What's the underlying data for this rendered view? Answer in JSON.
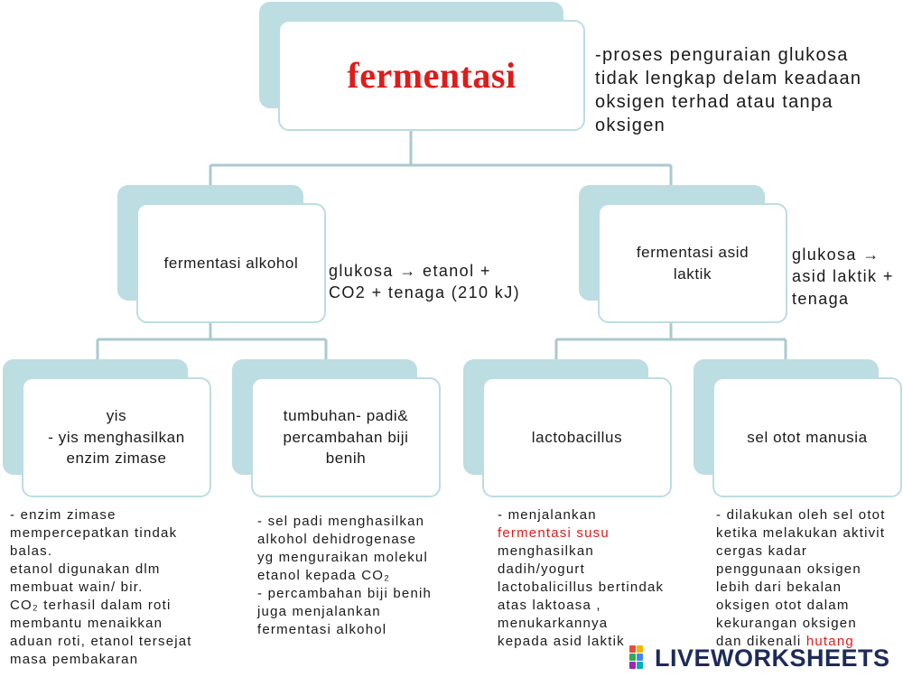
{
  "title": "fermentasi",
  "definition": "-proses penguraian glukosa tidak lengkap delam keadaan oksigen terhad atau tanpa oksigen",
  "branches": {
    "alcohol": {
      "label": "fermentasi alkohol",
      "equation": "glukosa → etanol + CO2 + tenaga (210 kJ)"
    },
    "lactic": {
      "label": "fermentasi asid laktik",
      "equation": "glukosa → asid laktik + tenaga"
    }
  },
  "leaves": {
    "yis": {
      "label_line1": "yis",
      "label_line2": "- yis menghasilkan enzim zimase",
      "details": [
        "- enzim zimase",
        "mempercepatkan tindak",
        "balas.",
        "etanol digunakan dlm",
        "membuat wain/ bir.",
        "CO₂ terhasil dalam roti",
        "membantu menaikkan",
        "aduan roti, etanol tersejat",
        "masa pembakaran"
      ]
    },
    "tumbuhan": {
      "label": "tumbuhan- padi& percambahan biji benih",
      "details": [
        "- sel padi menghasilkan",
        "alkohol dehidrogenase",
        "yg menguraikan molekul",
        "etanol kepada CO₂",
        "- percambahan biji benih",
        "juga  menjalankan",
        "fermentasi alkohol"
      ]
    },
    "lactobacillus": {
      "label": "lactobacillus",
      "details_line1": "- menjalankan",
      "details_red": "fermentasi susu",
      "details": [
        "menghasilkan",
        "dadih/yogurt",
        "lactobalicillus bertindak",
        "atas laktoasa ,",
        "menukarkannya",
        "kepada asid laktik"
      ]
    },
    "otot": {
      "label": "sel otot manusia",
      "details": [
        "- dilakukan oleh sel otot",
        "ketika melakukan aktivit",
        "cergas kadar",
        "penggunaan oksigen",
        "lebih dari bekalan",
        "oksigen otot dalam",
        "kekurangan oksigen"
      ],
      "last_line_prefix": "dan dikenali ",
      "last_line_red": "hutang"
    }
  },
  "brand": "LIVEWORKSHEETS",
  "colors": {
    "accent_red": "#e01b1b",
    "box_shadow": "#bcdde2",
    "connector": "#aac9cf",
    "brand": "#1d2b5a"
  }
}
